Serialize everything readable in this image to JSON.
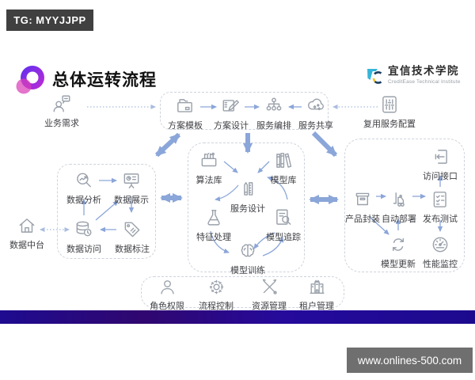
{
  "badge": {
    "text": "TG: MYYJJPP"
  },
  "title": "总体运转流程",
  "brand": {
    "name": "宜信技术学院",
    "subtitle": "CreditEase Technical Institute"
  },
  "nodes": {
    "business_demand": "业务需求",
    "reuse_service_config": "复用服务配置",
    "data_platform": "数据中台",
    "top": [
      "方案模板",
      "方案设计",
      "服务编排",
      "服务共享"
    ],
    "left": [
      "数据分析",
      "数据展示",
      "数据访问",
      "数据标注"
    ],
    "center": [
      "算法库",
      "模型库",
      "服务设计",
      "特征处理",
      "模型追踪",
      "模型训练"
    ],
    "right": [
      "产品封装",
      "自动部署",
      "发布测试",
      "访问接口",
      "模型更新",
      "性能监控"
    ],
    "bottom": [
      "角色权限",
      "流程控制",
      "资源管理",
      "租户管理"
    ]
  },
  "watermark": "www.onlines-500.com",
  "colors": {
    "arrow": "#8ba6d9",
    "dotted_arrow": "#a9bce0",
    "icon_stroke": "#9aa1ab",
    "badge_bg": "#404040",
    "watermark_bg": "#6f6f6f",
    "bar_gradient": [
      "#1e0b90",
      "#30076f",
      "#250a9c",
      "#1c0a8e"
    ]
  }
}
